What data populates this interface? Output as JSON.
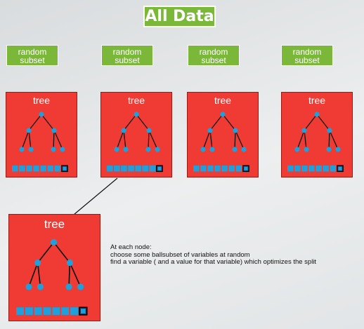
{
  "header": {
    "title": "All Data"
  },
  "subsets": [
    {
      "label_line1": "random",
      "label_line2": "subset"
    },
    {
      "label_line1": "random",
      "label_line2": "subset"
    },
    {
      "label_line1": "random",
      "label_line2": "subset"
    },
    {
      "label_line1": "random",
      "label_line2": "subset"
    }
  ],
  "trees": [
    {
      "label": "tree"
    },
    {
      "label": "tree"
    },
    {
      "label": "tree"
    },
    {
      "label": "tree"
    }
  ],
  "zoom_tree": {
    "label": "tree"
  },
  "note": {
    "line1": "At each node:",
    "line2": "choose some ballsubset of variables at random",
    "line3": "find a variable ( and a value for that variable) which optimizes the split"
  },
  "colors": {
    "subset_green": "#7bb83a",
    "tree_red": "#ef3b33",
    "node_blue": "#1ea0dc",
    "leaf_square_blue": "#1ea0dc",
    "leaf_square_selected": "#1a3a6a"
  }
}
